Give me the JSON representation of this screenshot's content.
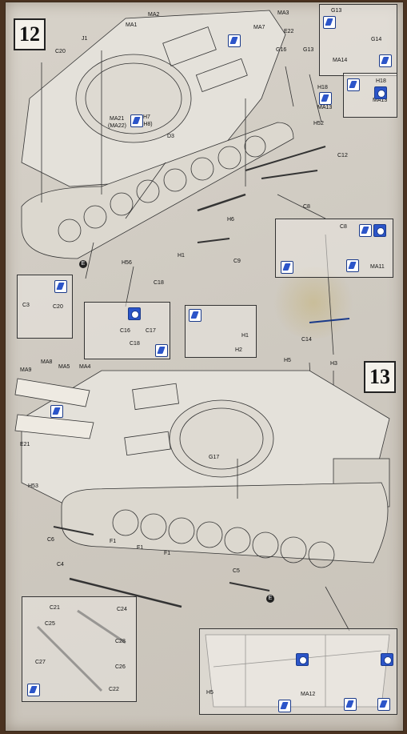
{
  "steps": {
    "step12": "12",
    "step13": "13"
  },
  "step12_labels": {
    "ma2": "MA2",
    "ma3": "MA3",
    "ma1": "MA1",
    "ma7": "MA7",
    "e22": "E22",
    "j1": "J1",
    "c20_top": "C20",
    "g16": "G16",
    "g13": "G13",
    "ma21": "MA21",
    "ma22": "(MA22)",
    "h7": "H7",
    "h8": "(H8)",
    "d3": "D3",
    "h18": "H18",
    "ma13": "MA13",
    "h52": "H52",
    "c12": "C12",
    "c8": "C8",
    "h6": "H6",
    "h56": "H56",
    "h1": "H1",
    "c9": "C9",
    "c18": "C18",
    "e_marker": "E"
  },
  "inset_g13": {
    "g13": "G13",
    "g14": "G14",
    "ma14": "MA14"
  },
  "inset_h18": {
    "h18": "H18",
    "ma13": "MA13"
  },
  "inset_c20": {
    "c3": "C3",
    "c20": "C20"
  },
  "inset_c16": {
    "c16": "C16",
    "c17": "C17",
    "c18": "C18"
  },
  "inset_h1": {
    "h1": "H1",
    "h2": "H2"
  },
  "inset_c8": {
    "c8": "C8",
    "ma11": "MA11"
  },
  "mid_labels": {
    "c14": "C14",
    "h5": "H5",
    "h3": "H3"
  },
  "step13_labels": {
    "ma9": "MA9",
    "ma8": "MA8",
    "ma5": "MA5",
    "ma4": "MA4",
    "e21": "E21",
    "g17": "G17",
    "h53": "H53",
    "c6": "C6",
    "c4": "C4",
    "f1a": "F1",
    "f1b": "F1",
    "f1c": "F1",
    "c5": "C5",
    "e_marker": "E"
  },
  "inset_track": {
    "c21": "C21",
    "c24": "C24",
    "c25": "C25",
    "c28": "C28",
    "c27": "C27",
    "c26": "C26",
    "c22": "C22"
  },
  "inset_hull": {
    "h5": "H5",
    "ma12": "MA12"
  }
}
